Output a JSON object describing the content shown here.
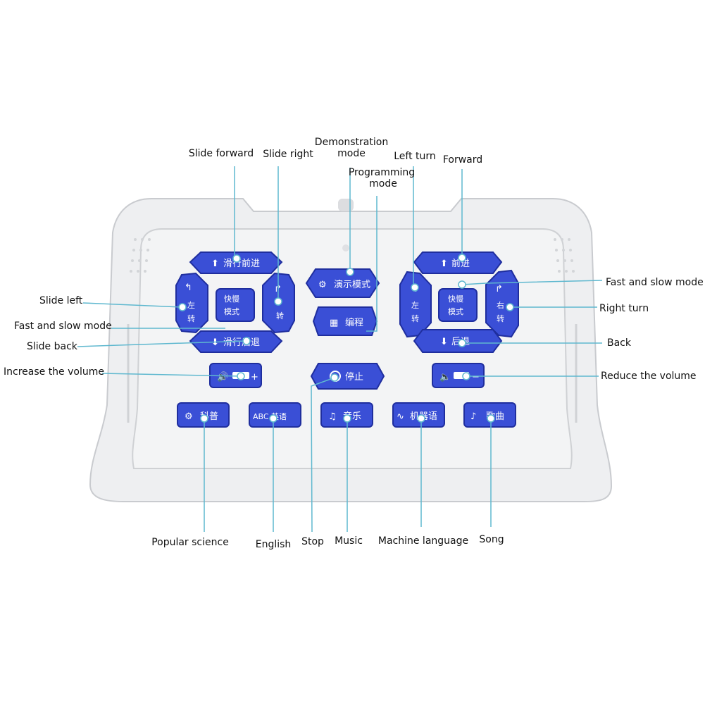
{
  "buttons": {
    "slide_forward": "滑行前进",
    "slide_back": "滑行后退",
    "left_turn_a": "左",
    "left_turn_b": "转",
    "right_turn_b": "转",
    "fast_slow_a": "快慢",
    "fast_slow_b": "模式",
    "demo_mode": "演示模式",
    "program": "编程",
    "forward": "前进",
    "back": "后退",
    "left_b": "左",
    "left_c": "转",
    "fast_slow2_a": "快慢",
    "fast_slow2_b": "模式",
    "right_a": "右",
    "right_b": "转",
    "stop": "停止",
    "popular_science": "科普",
    "english": "ABC 英语",
    "music": "音乐",
    "machine_language": "机器语",
    "song": "歌曲"
  },
  "labels": {
    "slide_forward": "Slide forward",
    "slide_right": "Slide right",
    "demonstration_mode_1": "Demonstration",
    "demonstration_mode_2": "mode",
    "programming_mode_1": "Programming",
    "programming_mode_2": "mode",
    "left_turn": "Left turn",
    "forward": "Forward",
    "slide_left": "Slide left",
    "fast_slow_left": "Fast and slow mode",
    "slide_back": "Slide back",
    "increase_volume": "Increase the volume",
    "fast_slow_right": "Fast and slow mode",
    "right_turn": "Right turn",
    "back": "Back",
    "reduce_volume": "Reduce the volume",
    "popular_science": "Popular science",
    "english": "English",
    "stop": "Stop",
    "music": "Music",
    "machine_language": "Machine language",
    "song": "Song"
  },
  "colors": {
    "button_blue": "#3a4fd6",
    "button_edge": "#1f2e9e",
    "leader_line": "#5fb8cf",
    "body_grey": "#e9eaec",
    "outline_grey": "#c9cbcf"
  }
}
